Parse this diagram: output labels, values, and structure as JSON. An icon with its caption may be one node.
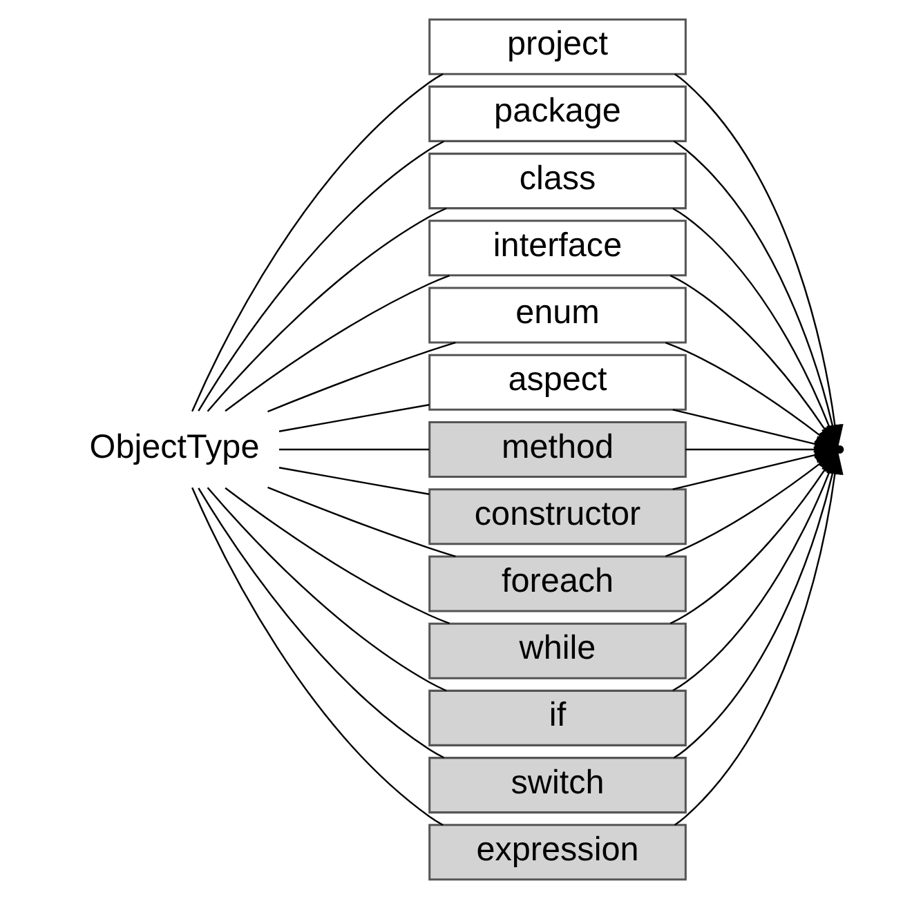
{
  "diagram": {
    "nodes": [
      {
        "text": [
          "ObjectType"
        ]
      },
      {
        "text": [
          "project"
        ]
      },
      {
        "text": [
          "package"
        ]
      },
      {
        "text": [
          "class"
        ]
      },
      {
        "text": [
          "interface"
        ]
      },
      {
        "text": [
          "enum"
        ]
      },
      {
        "text": [
          "aspect"
        ]
      },
      {
        "text": [
          "method"
        ]
      },
      {
        "text": [
          "constructor"
        ]
      },
      {
        "text": [
          "foreach"
        ]
      },
      {
        "text": [
          "while"
        ]
      },
      {
        "text": [
          "if"
        ]
      },
      {
        "text": [
          "switch"
        ]
      },
      {
        "text": [
          "expression"
        ]
      },
      {
        "text": [],
        "shape": "point"
      }
    ],
    "edges": [
      {
        "from": 0,
        "to": 1,
        "arrow": "none"
      },
      {
        "from": 0,
        "to": 2,
        "arrow": "none"
      },
      {
        "from": 0,
        "to": 3,
        "arrow": "none"
      },
      {
        "from": 0,
        "to": 4,
        "arrow": "none"
      },
      {
        "from": 0,
        "to": 5,
        "arrow": "none"
      },
      {
        "from": 0,
        "to": 6,
        "arrow": "none"
      },
      {
        "from": 0,
        "to": 7,
        "arrow": "none"
      },
      {
        "from": 0,
        "to": 8,
        "arrow": "none"
      },
      {
        "from": 0,
        "to": 9,
        "arrow": "none"
      },
      {
        "from": 0,
        "to": 10,
        "arrow": "none"
      },
      {
        "from": 0,
        "to": 11,
        "arrow": "none"
      },
      {
        "from": 0,
        "to": 12,
        "arrow": "none"
      },
      {
        "from": 0,
        "to": 13,
        "arrow": "none"
      },
      {
        "from": 1,
        "to": 14,
        "arrow": "to"
      },
      {
        "from": 2,
        "to": 14,
        "arrow": "to"
      },
      {
        "from": 3,
        "to": 14,
        "arrow": "to"
      },
      {
        "from": 4,
        "to": 14,
        "arrow": "to"
      },
      {
        "from": 5,
        "to": 14,
        "arrow": "to"
      },
      {
        "from": 6,
        "to": 14,
        "arrow": "to"
      },
      {
        "from": 7,
        "to": 14,
        "arrow": "to"
      },
      {
        "from": 8,
        "to": 14,
        "arrow": "to"
      },
      {
        "from": 9,
        "to": 14,
        "arrow": "to"
      },
      {
        "from": 10,
        "to": 14,
        "arrow": "to"
      },
      {
        "from": 11,
        "to": 14,
        "arrow": "to"
      },
      {
        "from": 12,
        "to": 14,
        "arrow": "to"
      },
      {
        "from": 13,
        "to": 14,
        "arrow": "to"
      }
    ]
  }
}
